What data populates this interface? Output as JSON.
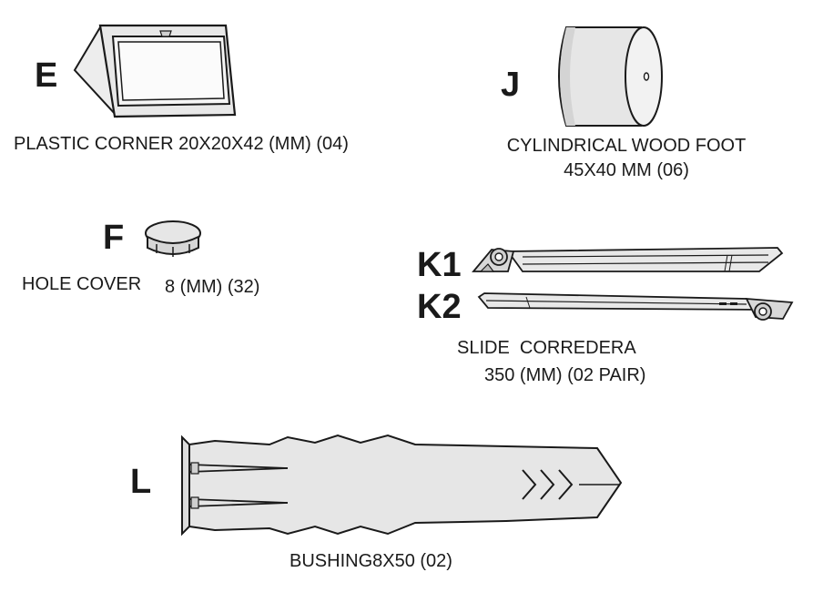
{
  "parts": {
    "E": {
      "letter": "E",
      "caption_line1": "PLASTIC CORNER 20X20X42 (MM) (04)"
    },
    "J": {
      "letter": "J",
      "caption_line1": "CYLINDRICAL WOOD FOOT",
      "caption_line2": "45X40 MM (06)"
    },
    "F": {
      "letter": "F",
      "caption_part1": "HOLE COVER",
      "caption_part2": "8 (MM) (32)"
    },
    "K": {
      "letter_k1": "K1",
      "letter_k2": "K2",
      "caption_line1": "SLIDE  CORREDERA",
      "caption_line2": "350 (MM) (02 PAIR)"
    },
    "L": {
      "letter": "L",
      "caption_line1": "BUSHING8X50 (02)"
    }
  },
  "colors": {
    "outline": "#1a1a1a",
    "fill_light": "#ededed",
    "fill_mid": "#dcdcdc",
    "fill_dark": "#bdbdbd"
  }
}
